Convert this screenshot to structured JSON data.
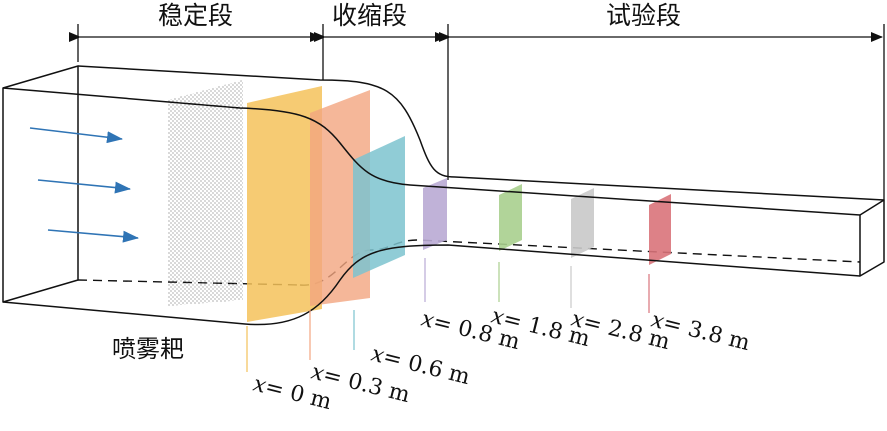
{
  "sections": {
    "stabilizing": "稳定段",
    "contraction": "收缩段",
    "test": "试验段"
  },
  "spray_rake_label": "喷雾耙",
  "stations": [
    {
      "var": "x",
      "text": "= 0 m",
      "color": "#f4c25a"
    },
    {
      "var": "x",
      "text": "= 0.3 m",
      "color": "#f3a580"
    },
    {
      "var": "x",
      "text": "= 0.6 m",
      "color": "#7cc3cf"
    },
    {
      "var": "x",
      "text": "= 0.8 m",
      "color": "#b9aad4"
    },
    {
      "var": "x",
      "text": "= 1.8 m",
      "color": "#a9cf8e"
    },
    {
      "var": "x",
      "text": "= 2.8 m",
      "color": "#c9c9c9"
    },
    {
      "var": "x",
      "text": "= 3.8 m",
      "color": "#d9737a"
    }
  ],
  "flow_arrow_color": "#2f74b5"
}
